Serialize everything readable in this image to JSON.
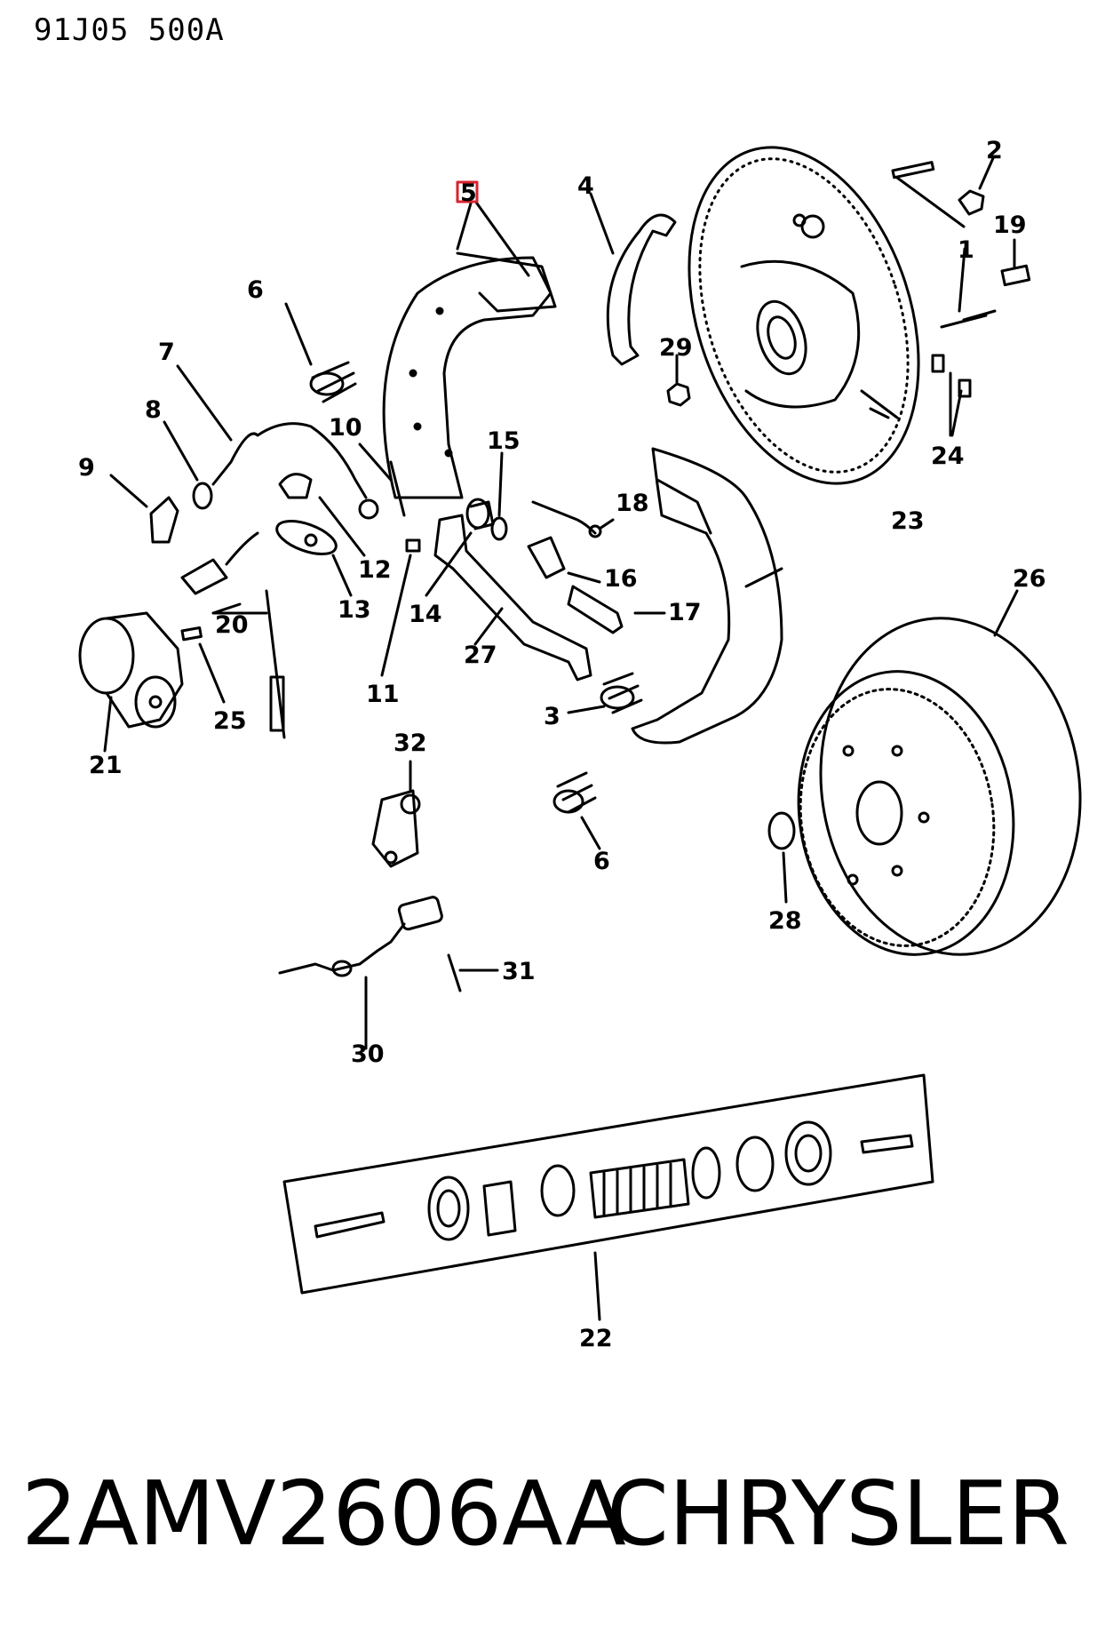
{
  "diagram_code": "91J05 500A",
  "callouts": {
    "c1": "1",
    "c2": "2",
    "c3": "3",
    "c4": "4",
    "c5": "5",
    "c6a": "6",
    "c6b": "6",
    "c7": "7",
    "c8": "8",
    "c9": "9",
    "c10": "10",
    "c11": "11",
    "c12": "12",
    "c13": "13",
    "c14": "14",
    "c15": "15",
    "c16": "16",
    "c17": "17",
    "c18": "18",
    "c19": "19",
    "c20": "20",
    "c21": "21",
    "c22": "22",
    "c23": "23",
    "c24": "24",
    "c25": "25",
    "c26": "26",
    "c27": "27",
    "c28": "28",
    "c29": "29",
    "c30": "30",
    "c31": "31",
    "c32": "32"
  },
  "footer": {
    "part_number": "2AMV2606AA",
    "brand": "CHRYSLER"
  }
}
